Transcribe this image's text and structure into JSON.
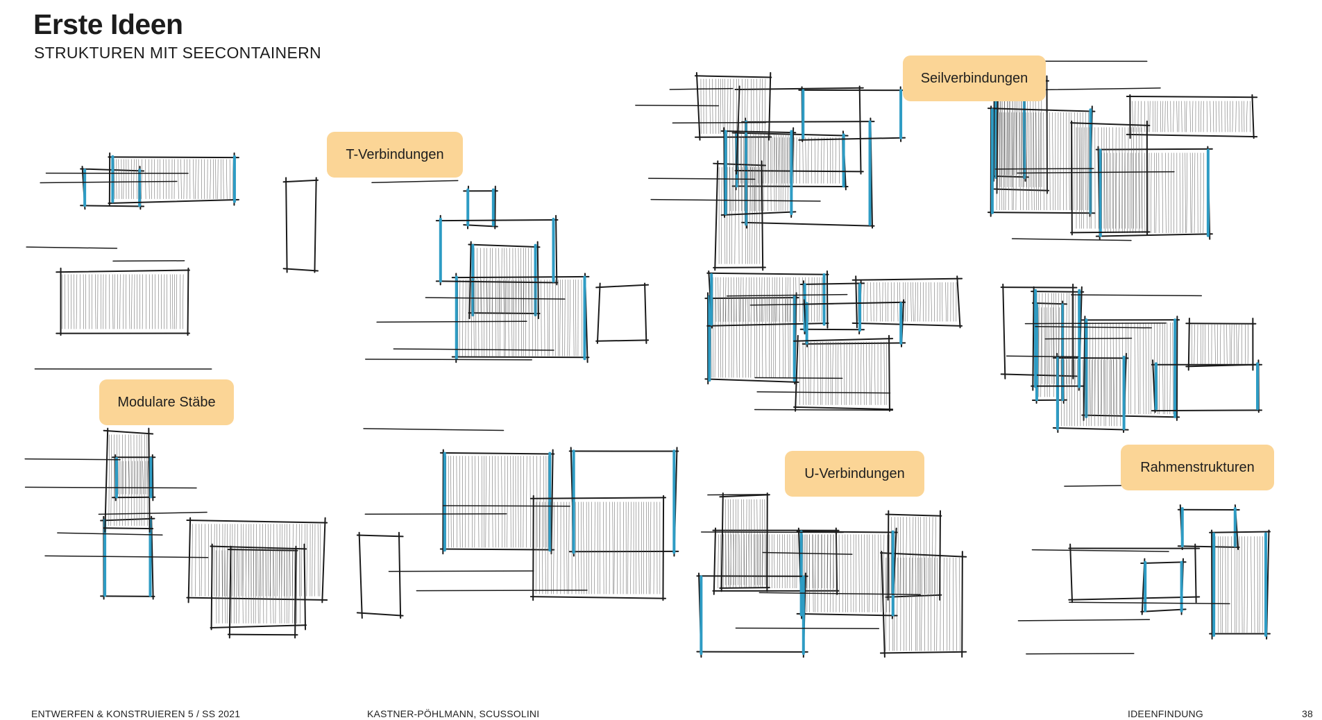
{
  "header": {
    "title": "Erste Ideen",
    "subtitle": "STRUKTUREN MIT SEECONTAINERN"
  },
  "labels": {
    "t_verbindungen": "T-Verbindungen",
    "seilverbindungen": "Seilverbindungen",
    "modulare_staebe": "Modulare Stäbe",
    "u_verbindungen": "U-Verbindungen",
    "rahmenstrukturen": "Rahmenstrukturen"
  },
  "footer": {
    "course": "ENTWERFEN & KONSTRUIEREN 5 / SS 2021",
    "authors": "KASTNER-PÖHLMANN, SCUSSOLINI",
    "section": "IDEENFINDUNG",
    "page": "38"
  },
  "colors": {
    "label_bg": "#fbd596",
    "sketch_blue": "#2e9cc4",
    "sketch_ink": "#1a1a1a"
  }
}
